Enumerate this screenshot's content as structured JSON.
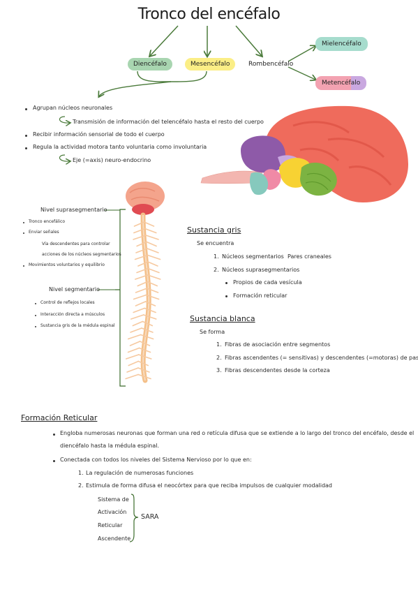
{
  "title": "Tronco del encéfalo",
  "divisions": [
    {
      "label": "Diencéfalo",
      "color": "#a8d5b0"
    },
    {
      "label": "Mesencéfalo",
      "color": "#fbee86"
    },
    {
      "label": "Rombencéfalo",
      "color": ""
    }
  ],
  "subdivisions": [
    {
      "label": "Mielencéfalo",
      "color": "#a6dccd"
    },
    {
      "label": "Metencéfalo",
      "color": "#f3a2b1",
      "accent": "#c9a8e0"
    }
  ],
  "functions": {
    "items": [
      "Agrupan núcleos neuronales",
      "Recibir información sensorial de todo el cuerpo",
      "Regula la actividad motora tanto voluntaria como involuntaria"
    ],
    "sub1": "Transmisión de información del telencéfalo hasta el resto del cuerpo",
    "sub2": "Eje (=axis) neuro-endocrino"
  },
  "suprasegmentario": {
    "title": "Nivel suprasegmentario",
    "items": [
      "Tronco encefálico",
      "Enviar señales",
      "Movimientos voluntarios y equilibrio"
    ],
    "sub_line1": "Vía descendentes para controlar",
    "sub_line2": "acciones de los núcleos segmentarios"
  },
  "segmentario": {
    "title": "Nivel segmentario",
    "items": [
      "Control de reflejos locales",
      "Interacción directa a músculos",
      "Sustancia gris de la médula espinal"
    ]
  },
  "gris": {
    "title": "Sustancia gris",
    "intro": "Se encuentra",
    "n1": "1.",
    "item1": "Núcleos segmentarios",
    "item1_extra": "Pares craneales",
    "n2": "2.",
    "item2": "Núcleos suprasegmentarios",
    "subitems": [
      "Propios de cada vesícula",
      "Formación reticular"
    ]
  },
  "blanca": {
    "title": "Sustancia blanca",
    "intro": "Se forma",
    "numbers": [
      "1.",
      "2.",
      "3."
    ],
    "items": [
      "Fibras de asociación entre segmentos",
      "Fibras ascendentes (= sensitivas) y descendentes (=motoras) de paso",
      "Fibras descendentes desde la corteza"
    ]
  },
  "reticular": {
    "title": "Formación Reticular",
    "bullet1_line1": "Engloba numerosas neuronas que forman una red o retícula difusa que se extiende a lo largo del tronco del encéfalo, desde el",
    "bullet1_line2": "diencéfalo hasta la médula espinal.",
    "bullet2": "Conectada con todos los niveles del Sistema Nervioso por lo que en:",
    "n1": "1.",
    "item1": "La regulación de numerosas funciones",
    "n2": "2.",
    "item2": "Estimula de forma difusa el neocórtex para que reciba impulsos de cualquier modalidad",
    "acronym_words": [
      "Sistema de",
      "Activación",
      "Reticular",
      "Ascendente"
    ],
    "acronym": "SARA"
  },
  "colors": {
    "cerebrum": "#ef6b5c",
    "occipital": "#8e5aa8",
    "midbrain": "#f7d233",
    "cerebellum": "#7cb342",
    "brainstem": "#86c9bd",
    "arrow": "#4a7a3a",
    "bracket": "#3a6a2a",
    "spine": "#f4c08a"
  }
}
